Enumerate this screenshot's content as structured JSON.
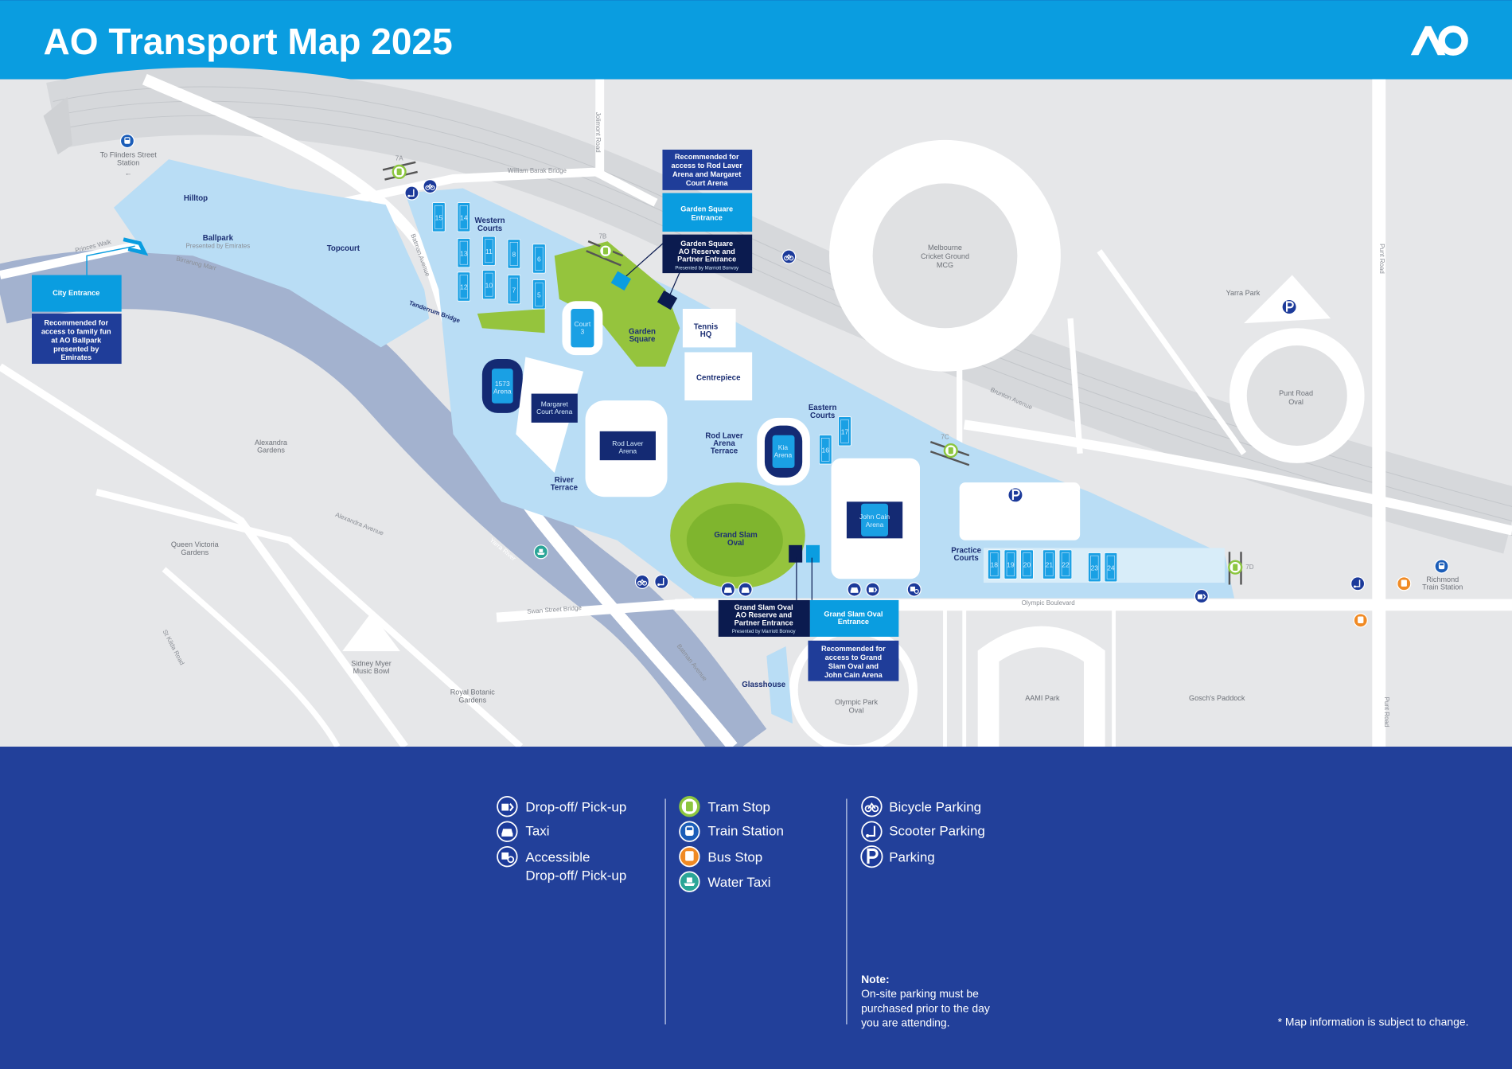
{
  "header": {
    "title": "AO Transport Map 2025",
    "logo": "AO"
  },
  "colors": {
    "header_blue": "#0a9de0",
    "legend_navy": "#22409a",
    "precinct": "#b9ddf5",
    "river": "#a3b2cf",
    "grass": "#95c43d",
    "arena_navy": "#142a73",
    "tram_green": "#8cc63f",
    "bus_orange": "#f08a24",
    "water_taxi_teal": "#2aa597"
  },
  "places": {
    "flinders": [
      "To Flinders Street",
      "Station"
    ],
    "hilltop": "Hilltop",
    "ballpark": "Ballpark",
    "ballpark_sub": "Presented by Emirates",
    "topcourt": "Topcourt",
    "alexandra_gardens": [
      "Alexandra",
      "Gardens"
    ],
    "queen_victoria": [
      "Queen Victoria",
      "Gardens"
    ],
    "sidney_myer": [
      "Sidney Myer",
      "Music Bowl"
    ],
    "royal_botanic": [
      "Royal Botanic",
      "Gardens"
    ],
    "western_courts": [
      "Western",
      "Courts"
    ],
    "garden_square": [
      "Garden",
      "Square"
    ],
    "tennis_hq": [
      "Tennis",
      "HQ"
    ],
    "centrepiece": "Centrepiece",
    "mcg": [
      "Melbourne",
      "Cricket Ground",
      "MCG"
    ],
    "yarra_park": "Yarra Park",
    "punt_road_oval": [
      "Punt Road",
      "Oval"
    ],
    "eastern_courts": [
      "Eastern",
      "Courts"
    ],
    "rla_terrace": [
      "Rod Laver",
      "Arena",
      "Terrace"
    ],
    "river_terrace": [
      "River",
      "Terrace"
    ],
    "grand_slam_oval": [
      "Grand Slam",
      "Oval"
    ],
    "practice_courts": [
      "Practice",
      "Courts"
    ],
    "glasshouse": "Glasshouse",
    "olympic_park_oval": [
      "Olympic Park",
      "Oval"
    ],
    "aami_park": "AAMI Park",
    "goschs": "Gosch's Paddock",
    "richmond": [
      "Richmond",
      "Train Station"
    ]
  },
  "streets": {
    "princes_walk": "Princes Walk",
    "birrarung_marr": "Birrarung Marr",
    "tanderrum": "Tanderrum Bridge",
    "batman_north": "Batman Avenue",
    "batman_south": "Batman Avenue",
    "william_barak": "William Barak Bridge",
    "jolimont": "Jolimont Road",
    "brunton": "Brunton Avenue",
    "punt_north": "Punt Road",
    "punt_south": "Punt Road",
    "olympic_blvd": "Olympic Boulevard",
    "swan_st": "Swan Street Bridge",
    "alexandra_ave": "Alexandra Avenue",
    "st_kilda": "St Kilda Road",
    "yarra_river": "Yarra River"
  },
  "arenas": {
    "rla": [
      "Rod Laver",
      "Arena"
    ],
    "mca": [
      "Margaret",
      "Court Arena"
    ],
    "a1573": [
      "1573",
      "Arena"
    ],
    "court3": [
      "Court",
      "3"
    ],
    "kia": [
      "Kia",
      "Arena"
    ],
    "jca": [
      "John Cain",
      "Arena"
    ]
  },
  "courts": {
    "western": [
      "15",
      "14",
      "13",
      "11",
      "8",
      "6",
      "12",
      "10",
      "7",
      "5"
    ],
    "eastern": [
      "17",
      "16"
    ],
    "practice": [
      "18",
      "19",
      "20",
      "21",
      "22",
      "23",
      "24"
    ]
  },
  "tram_stops": [
    "7A",
    "7B",
    "7C",
    "7D"
  ],
  "entrances": {
    "city": {
      "name": "City Entrance",
      "note": [
        "Recommended for",
        "access to family fun",
        "at AO Ballpark",
        "presented by",
        "Emirates"
      ]
    },
    "garden_square": {
      "note": [
        "Recommended for",
        "access to Rod Laver",
        "Arena and Margaret",
        "Court Arena"
      ],
      "name": [
        "Garden Square",
        "Entrance"
      ],
      "reserve": [
        "Garden Square",
        "AO Reserve and",
        "Partner Entrance"
      ],
      "presented": "Presented by Marriott Bonvoy"
    },
    "grand_slam_oval": {
      "reserve": [
        "Grand Slam Oval",
        "AO Reserve and",
        "Partner Entrance"
      ],
      "presented": "Presented by Marriott Bonvoy",
      "name": [
        "Grand Slam Oval",
        "Entrance"
      ],
      "note": [
        "Recommended for",
        "access to Grand",
        "Slam Oval and",
        "John Cain Arena"
      ]
    }
  },
  "legend": {
    "col1": [
      {
        "icon": "drop-off-icon",
        "label": "Drop-off/ Pick-up"
      },
      {
        "icon": "taxi-icon",
        "label": "Taxi"
      },
      {
        "icon": "accessible-drop-off-icon",
        "label": "Accessible",
        "label2": "Drop-off/ Pick-up"
      }
    ],
    "col2": [
      {
        "icon": "tram-icon",
        "label": "Tram Stop"
      },
      {
        "icon": "train-icon",
        "label": "Train Station"
      },
      {
        "icon": "bus-icon",
        "label": "Bus Stop"
      },
      {
        "icon": "water-taxi-icon",
        "label": "Water Taxi"
      }
    ],
    "col3": [
      {
        "icon": "bicycle-icon",
        "label": "Bicycle Parking"
      },
      {
        "icon": "scooter-icon",
        "label": "Scooter Parking"
      },
      {
        "icon": "parking-icon",
        "label": "Parking"
      }
    ]
  },
  "note": {
    "title": "Note:",
    "lines": [
      "On-site parking must be",
      "purchased prior to the day",
      "you are attending."
    ]
  },
  "disclaimer": "* Map information is subject to change."
}
